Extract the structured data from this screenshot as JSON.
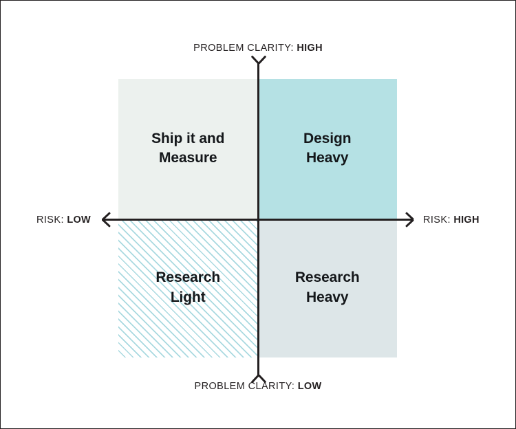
{
  "diagram": {
    "title_top": {
      "label": "PROBLEM CLARITY:",
      "emphasis": "HIGH"
    },
    "title_bottom": {
      "label": "PROBLEM CLARITY:",
      "emphasis": "LOW"
    },
    "title_left": {
      "label": "RISK:",
      "emphasis": "LOW"
    },
    "title_right": {
      "label": "RISK:",
      "emphasis": "HIGH"
    },
    "axes": {
      "vertical_name": "problem-clarity-axis",
      "horizontal_name": "risk-axis",
      "arrow_top": "arrow-up-icon",
      "arrow_bottom": "arrow-down-icon",
      "arrow_left": "arrow-left-icon",
      "arrow_right": "arrow-right-icon"
    },
    "quadrants": {
      "top_left": {
        "label": "Ship it and\nMeasure",
        "fill": "#ecf1ee",
        "risk": "LOW",
        "clarity": "HIGH"
      },
      "top_right": {
        "label": "Design\nHeavy",
        "fill": "#b5e1e4",
        "risk": "HIGH",
        "clarity": "HIGH"
      },
      "bottom_left": {
        "label": "Research\nLight",
        "fill": "#ffffff",
        "hatch": "#a9d9e0",
        "risk": "LOW",
        "clarity": "LOW"
      },
      "bottom_right": {
        "label": "Research\nHeavy",
        "fill": "#dde6e8",
        "risk": "HIGH",
        "clarity": "LOW"
      }
    },
    "colors": {
      "axis": "#231f20",
      "text": "#14171a",
      "border": "#231f20"
    }
  }
}
